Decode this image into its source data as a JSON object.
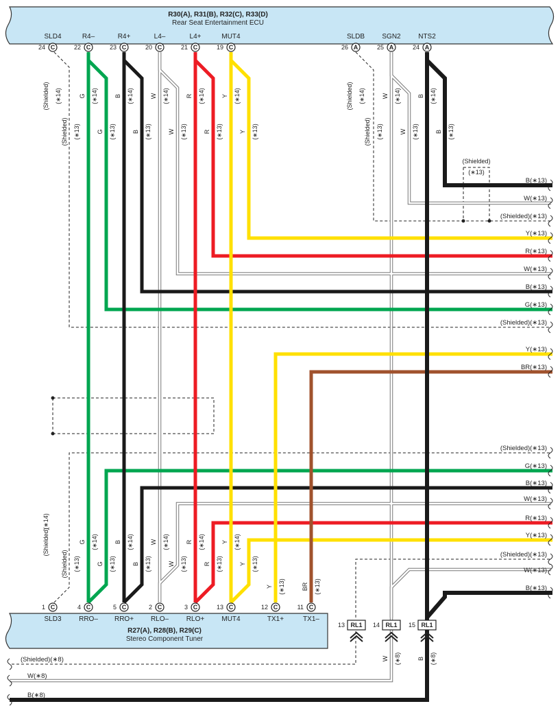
{
  "ecu": {
    "title": "R30(A), R31(B), R32(C), R33(D)",
    "subtitle": "Rear Seat Entertainment ECU",
    "color": "#c8e6f5",
    "pins": [
      {
        "name": "SLD4",
        "num": "24",
        "conn": "C"
      },
      {
        "name": "R4–",
        "num": "22",
        "conn": "C"
      },
      {
        "name": "R4+",
        "num": "23",
        "conn": "C"
      },
      {
        "name": "L4–",
        "num": "20",
        "conn": "C"
      },
      {
        "name": "L4+",
        "num": "21",
        "conn": "C"
      },
      {
        "name": "MUT4",
        "num": "19",
        "conn": "C"
      },
      {
        "name": "SLDB",
        "num": "26",
        "conn": "A"
      },
      {
        "name": "SGN2",
        "num": "25",
        "conn": "A"
      },
      {
        "name": "NTS2",
        "num": "24",
        "conn": "A"
      }
    ]
  },
  "tuner": {
    "title": "R27(A), R28(B), R29(C)",
    "subtitle": "Stereo Component Tuner",
    "pins": [
      {
        "name": "SLD3",
        "num": "1",
        "conn": "C"
      },
      {
        "name": "RRO–",
        "num": "4",
        "conn": "C"
      },
      {
        "name": "RRO+",
        "num": "5",
        "conn": "C"
      },
      {
        "name": "RLO–",
        "num": "2",
        "conn": "C"
      },
      {
        "name": "RLO+",
        "num": "3",
        "conn": "C"
      },
      {
        "name": "MUT4",
        "num": "13",
        "conn": "C"
      },
      {
        "name": "TX1+",
        "num": "12",
        "conn": "C"
      },
      {
        "name": "TX1–",
        "num": "11",
        "conn": "C"
      }
    ]
  },
  "rl_connectors": [
    {
      "num": "13",
      "label": "RL1"
    },
    {
      "num": "14",
      "label": "RL1"
    },
    {
      "num": "15",
      "label": "RL1"
    }
  ],
  "colors": {
    "green": "#00a650",
    "black": "#1a1a1a",
    "red": "#ed1c24",
    "yellow": "#ffe000",
    "brown": "#a0522d",
    "white_wire": "#888888",
    "shield": "#222222"
  },
  "wire_codes": {
    "G": "G",
    "B": "B",
    "W": "W",
    "R": "R",
    "Y": "Y",
    "BR": "BR",
    "shielded": "(Shielded)",
    "n14": "(∗14)",
    "n13": "(∗13)",
    "n8": "(∗8)"
  },
  "right_labels_upper": [
    "B(∗13)",
    "W(∗13)",
    "(Shielded)(∗13)",
    "Y(∗13)",
    "R(∗13)",
    "W(∗13)",
    "B(∗13)",
    "G(∗13)",
    "(Shielded)(∗13)",
    "Y(∗13)",
    "BR(∗13)"
  ],
  "right_labels_lower": [
    "(Shielded)(∗13)",
    "G(∗13)",
    "B(∗13)",
    "W(∗13)",
    "R(∗13)",
    "Y(∗13)",
    "(Shielded)(∗13)",
    "W(∗13)",
    "B(∗13)"
  ],
  "bottom_labels": [
    "(Shielded)(∗8)",
    "W(∗8)",
    "B(∗8)"
  ]
}
